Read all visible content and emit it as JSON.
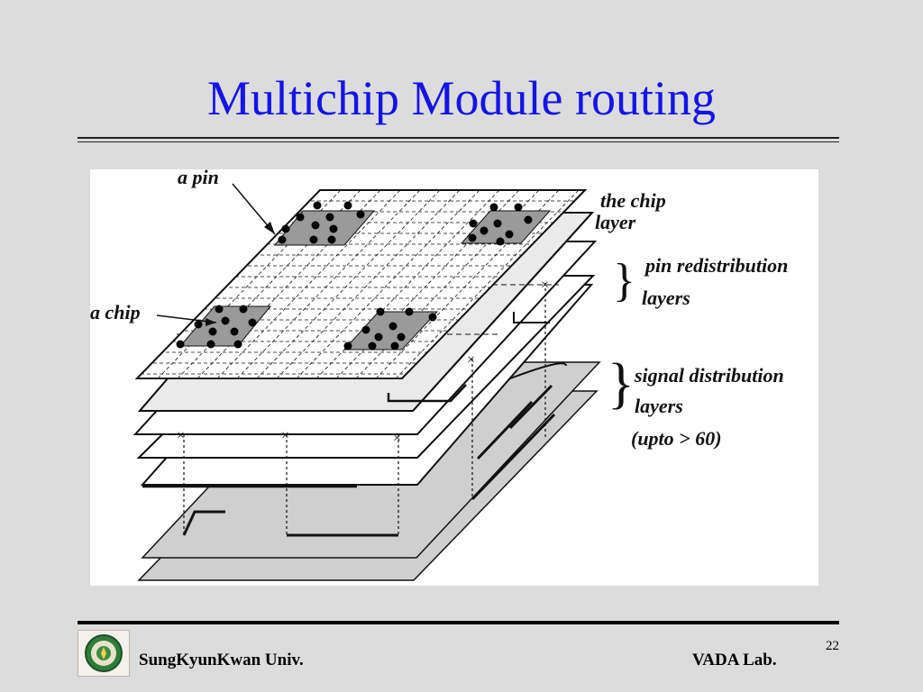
{
  "slide": {
    "title": "Multichip Module routing",
    "page_number": "22"
  },
  "footer": {
    "left": "SungKyunKwan Univ.",
    "right": "VADA Lab."
  },
  "figure": {
    "labels": {
      "a_pin": "a pin",
      "a_chip": "a chip",
      "chip_layer_1": "the chip",
      "chip_layer_2": "layer",
      "pin_redistribution_1": "pin redistribution",
      "pin_redistribution_2": "layers",
      "signal_distribution_1": "signal distribution",
      "signal_distribution_2": "layers",
      "signal_distribution_3": "(upto  > 60)"
    }
  },
  "colors": {
    "title": "#1414e6",
    "background": "#dcdcdc",
    "figure_background": "#ffffff",
    "gray_layer": "#cfcfcf",
    "chip_fill": "#9a9a9a"
  }
}
